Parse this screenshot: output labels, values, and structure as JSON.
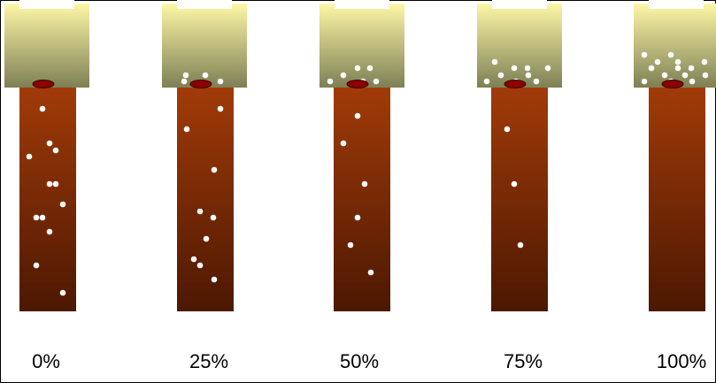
{
  "stages": [
    {
      "label": "0%",
      "upper_particles": 0,
      "lower_particles": 12
    },
    {
      "label": "25%",
      "upper_particles": 4,
      "lower_particles": 9
    },
    {
      "label": "50%",
      "upper_particles": 6,
      "lower_particles": 6
    },
    {
      "label": "75%",
      "upper_particles": 9,
      "lower_particles": 3
    },
    {
      "label": "100%",
      "upper_particles": 14,
      "lower_particles": 0
    }
  ],
  "colors": {
    "upper_top": "#fdf7a6",
    "upper_bottom": "#7e8055",
    "lower_top": "#a13b08",
    "lower_bottom": "#4c1802",
    "particle": "#ffffff",
    "opening_fill": "#8b0000",
    "opening_stroke": "#3a0000"
  }
}
